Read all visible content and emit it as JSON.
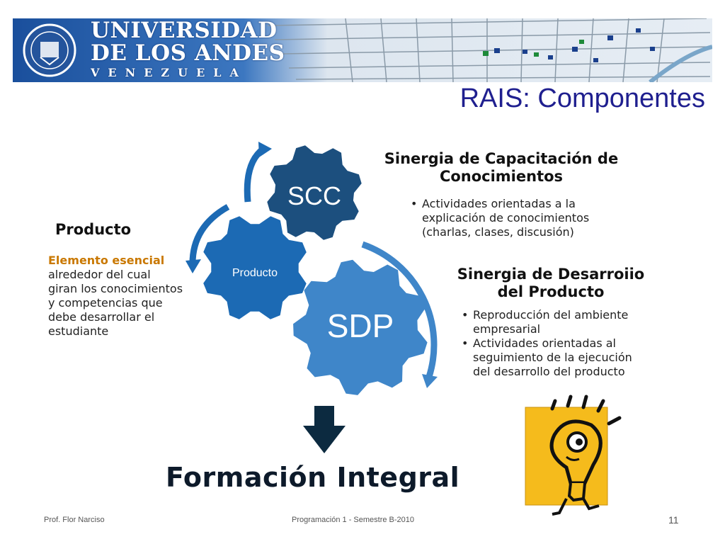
{
  "logo": {
    "line1": "UNIVERSIDAD",
    "line2": "DE LOS ANDES",
    "line3": "VENEZUELA"
  },
  "title": "RAIS: Componentes",
  "gears": {
    "scc": "SCC",
    "producto": "Producto",
    "sdp": "SDP"
  },
  "scc_block": {
    "heading_line1": "Sinergia de Capacitación de",
    "heading_line2": "Conocimientos",
    "bullet1_line1": "Actividades orientadas a la",
    "bullet1_line2": "explicación de conocimientos",
    "bullet1_line3": "(charlas, clases, discusión)"
  },
  "sdp_block": {
    "heading_line1": "Sinergia de Desarroiio",
    "heading_line2": "del Producto",
    "bullet1_line1": "Reproducción del ambiente",
    "bullet1_line2": "empresarial",
    "bullet2_line1": "Actividades orientadas al",
    "bullet2_line2": "seguimiento de la ejecución",
    "bullet2_line3": "del desarrollo del producto"
  },
  "producto_block": {
    "title": "Producto",
    "emphasis": "Elemento esencial",
    "line1": "alrededor del cual",
    "line2": "giran los conocimientos",
    "line3": "y competencias que",
    "line4": "debe desarrollar el",
    "line5": "estudiante"
  },
  "result": "Formación Integral",
  "footer": {
    "author": "Prof. Flor Narciso",
    "course": "Programación 1 - Semestre B-2010",
    "page": "11"
  },
  "colors": {
    "scc_gear": "#1c4f7e",
    "producto_gear": "#1c6ab4",
    "sdp_gear": "#3f86c9",
    "arrow": "#0c2a40",
    "bulb_bg": "#f5bb1c",
    "title": "#1f1f8f",
    "emphasis": "#c97800"
  }
}
